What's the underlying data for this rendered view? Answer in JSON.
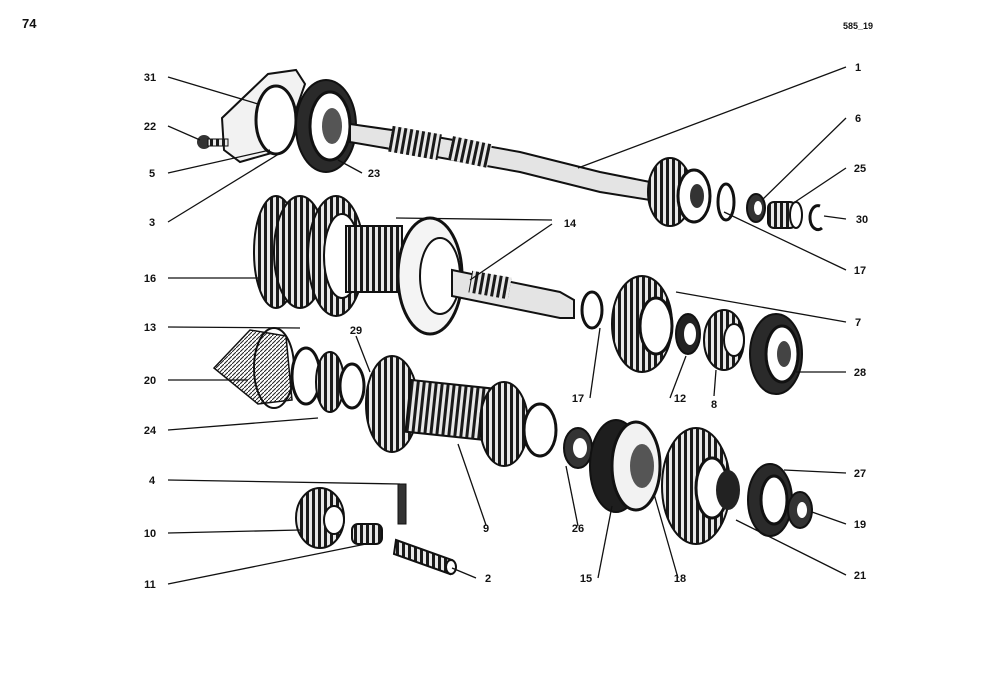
{
  "page": {
    "page_number": "74",
    "reference_code": "585_19"
  },
  "parts": {
    "p1": "1",
    "p2": "2",
    "p3": "3",
    "p4": "4",
    "p5": "5",
    "p6": "6",
    "p7": "7",
    "p8": "8",
    "p9": "9",
    "p10": "10",
    "p11": "11",
    "p12": "12",
    "p13": "13",
    "p14": "14",
    "p15": "15",
    "p16": "16",
    "p17a": "17",
    "p17b": "17",
    "p18": "18",
    "p19": "19",
    "p20": "20",
    "p21": "21",
    "p22": "22",
    "p23": "23",
    "p24": "24",
    "p25": "25",
    "p26": "26",
    "p27": "27",
    "p28": "28",
    "p29": "29",
    "p30": "30",
    "p31": "31"
  }
}
